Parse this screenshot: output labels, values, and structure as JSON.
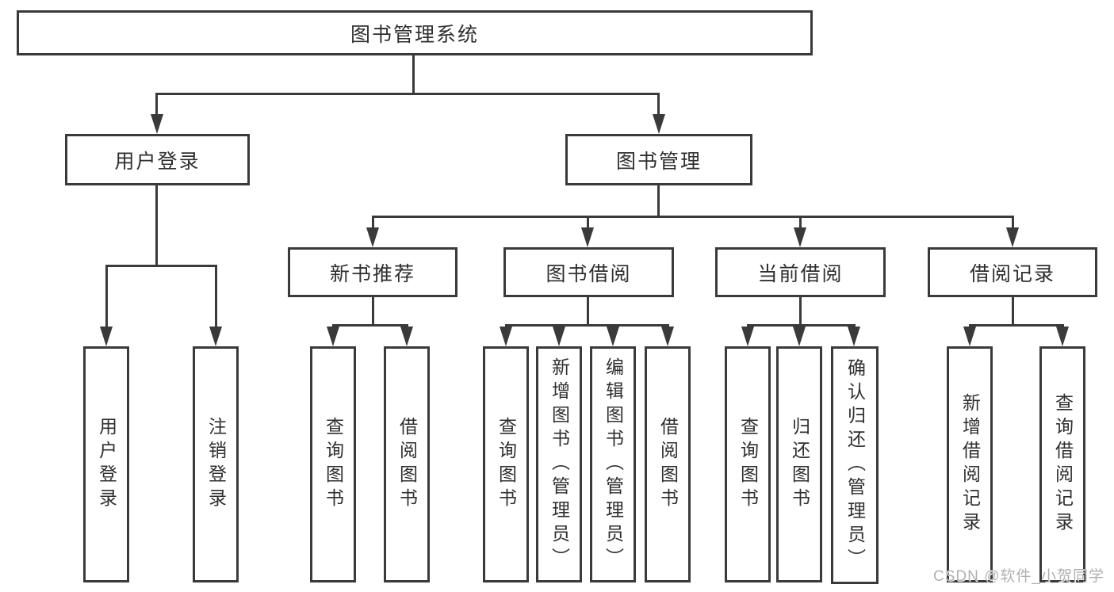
{
  "diagram": {
    "title_node": {
      "label": "图书管理系统"
    },
    "level1": [
      {
        "label": "用户登录"
      },
      {
        "label": "图书管理"
      }
    ],
    "level2": [
      {
        "label": "新书推荐",
        "parent": "图书管理"
      },
      {
        "label": "图书借阅",
        "parent": "图书管理"
      },
      {
        "label": "当前借阅",
        "parent": "图书管理"
      },
      {
        "label": "借阅记录",
        "parent": "图书管理"
      }
    ],
    "leaves": [
      {
        "label": "用户登录",
        "parent": "用户登录"
      },
      {
        "label": "注销登录",
        "parent": "用户登录"
      },
      {
        "label": "查询图书",
        "parent": "新书推荐"
      },
      {
        "label": "借阅图书",
        "parent": "新书推荐"
      },
      {
        "label": "查询图书",
        "parent": "图书借阅"
      },
      {
        "label": "新增图书（管理员）",
        "parent": "图书借阅"
      },
      {
        "label": "编辑图书（管理员）",
        "parent": "图书借阅"
      },
      {
        "label": "借阅图书",
        "parent": "图书借阅"
      },
      {
        "label": "查询图书",
        "parent": "当前借阅"
      },
      {
        "label": "归还图书",
        "parent": "当前借阅"
      },
      {
        "label": "确认归还（管理员）",
        "parent": "当前借阅"
      },
      {
        "label": "新增借阅记录",
        "parent": "借阅记录"
      },
      {
        "label": "查询借阅记录",
        "parent": "借阅记录"
      }
    ],
    "colors": {
      "line": "#3a3a3a",
      "text": "#2f2f2f",
      "background": "#ffffff",
      "watermark": "#b0b0b0"
    }
  },
  "watermark": {
    "text": "CSDN @软件_小贺同学"
  }
}
